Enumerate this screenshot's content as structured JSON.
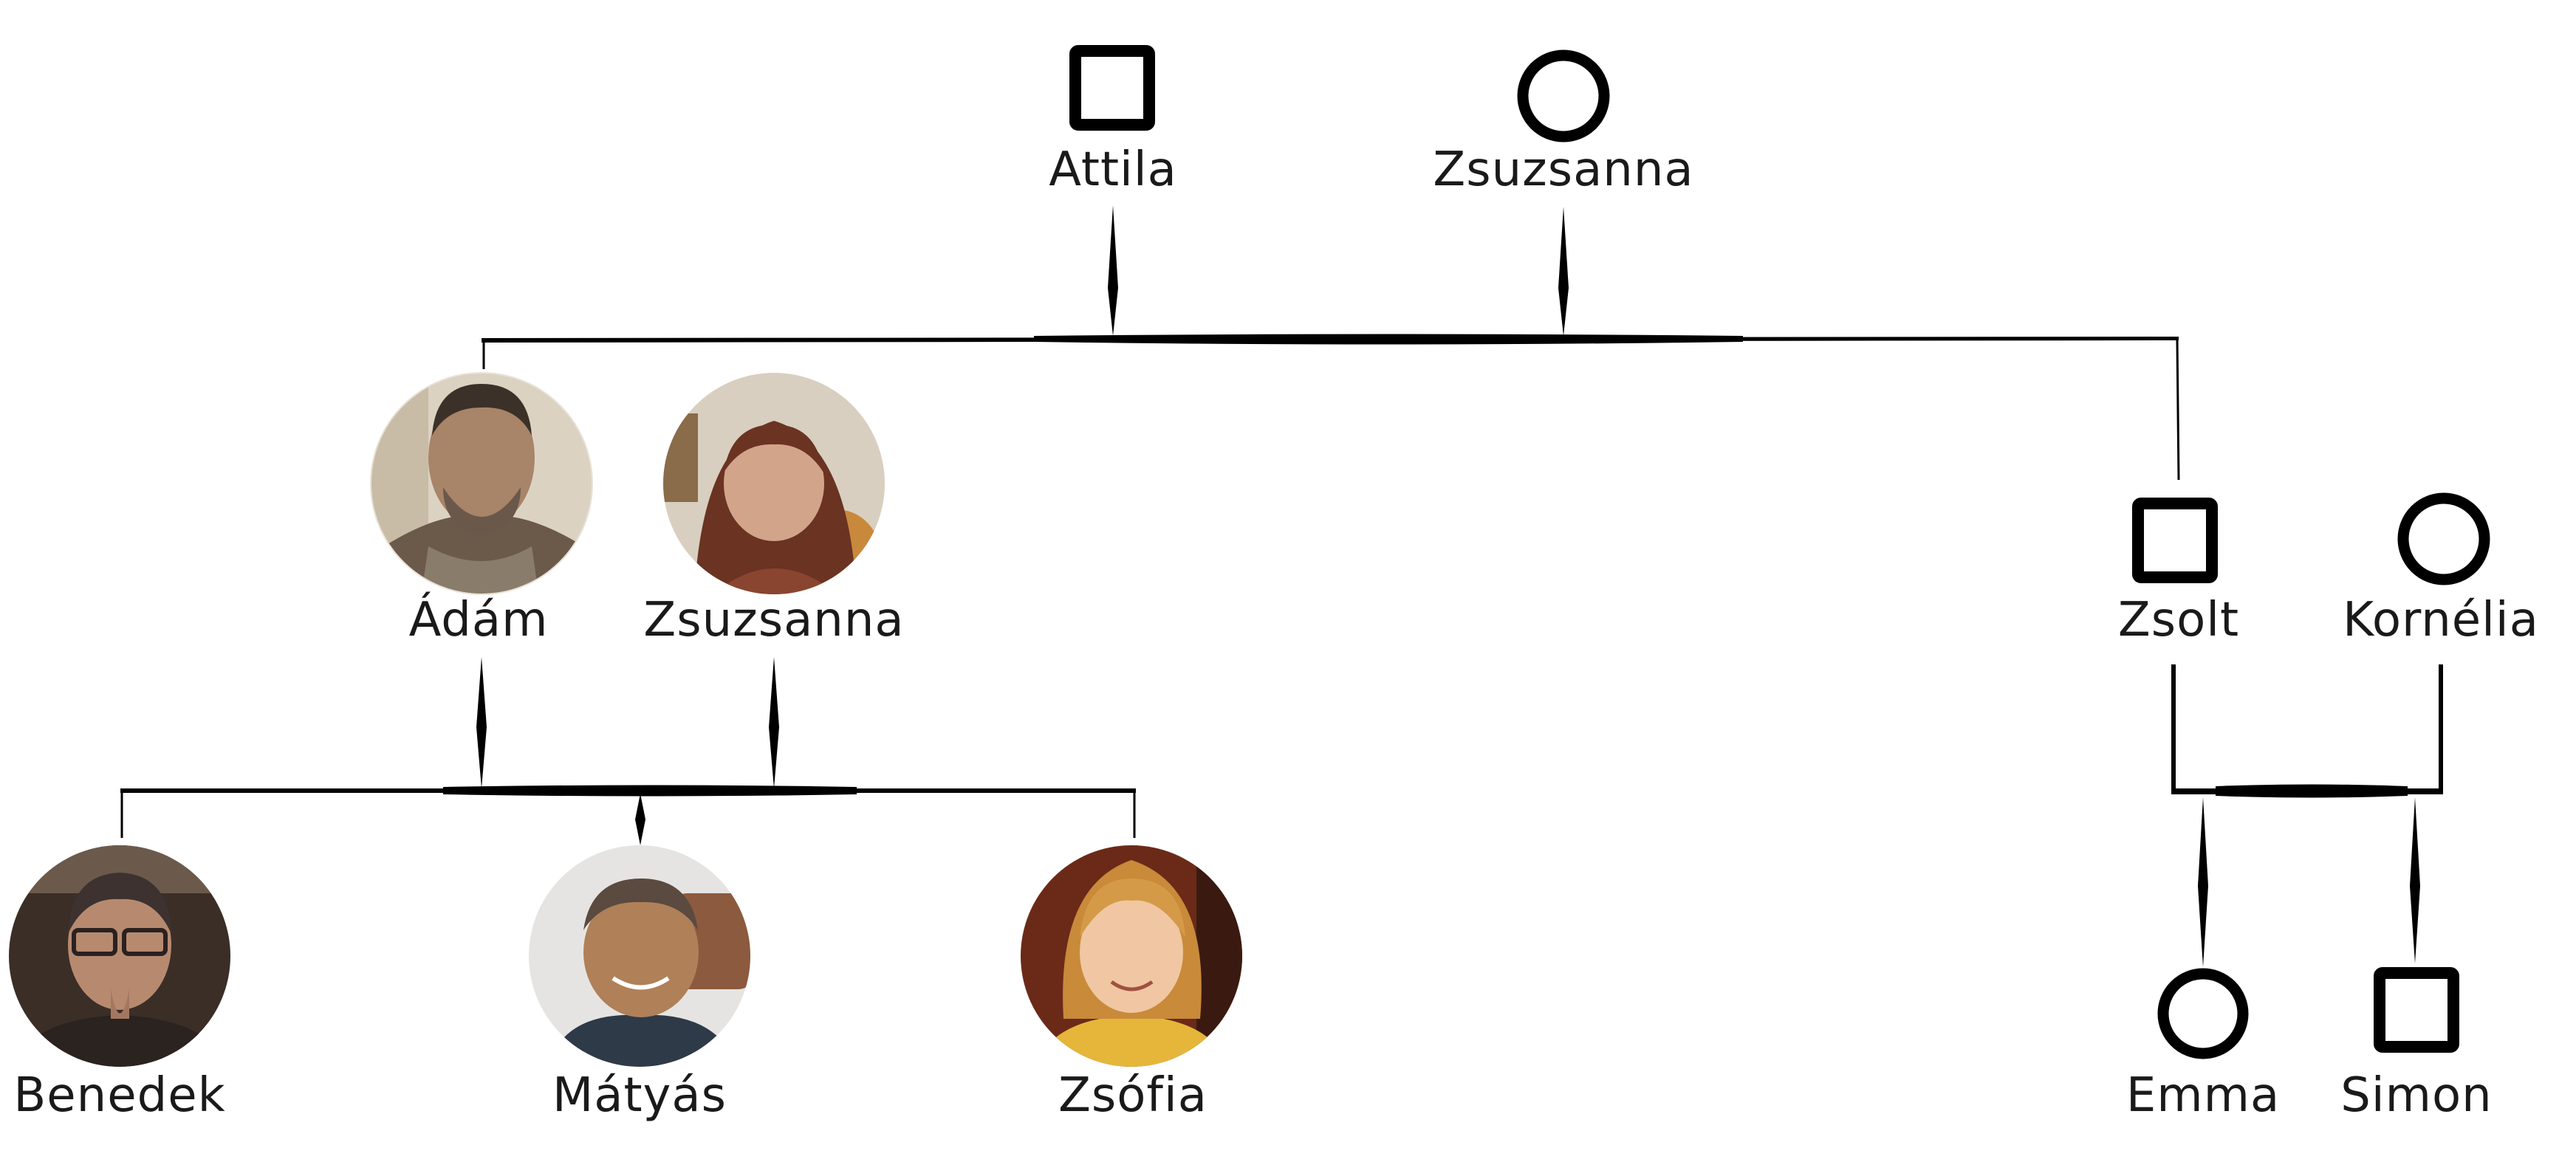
{
  "people": {
    "attila": {
      "name": "Attila",
      "sex": "male",
      "photo": false
    },
    "zsuzsanna_sr": {
      "name": "Zsuzsanna",
      "sex": "female",
      "photo": false
    },
    "adam": {
      "name": "Ádám",
      "sex": "male",
      "photo": true
    },
    "zsuzsanna_jr": {
      "name": "Zsuzsanna",
      "sex": "female",
      "photo": true
    },
    "zsolt": {
      "name": "Zsolt",
      "sex": "male",
      "photo": false
    },
    "kornelia": {
      "name": "Kornélia",
      "sex": "female",
      "photo": false
    },
    "benedek": {
      "name": "Benedek",
      "sex": "male",
      "photo": true
    },
    "matyas": {
      "name": "Mátyás",
      "sex": "male",
      "photo": true
    },
    "zsofia": {
      "name": "Zsófia",
      "sex": "female",
      "photo": true
    },
    "emma": {
      "name": "Emma",
      "sex": "female",
      "photo": false
    },
    "simon": {
      "name": "Simon",
      "sex": "male",
      "photo": false
    }
  },
  "colors": {
    "line": "#000000",
    "text": "#1a1a1a",
    "background": "#ffffff"
  }
}
